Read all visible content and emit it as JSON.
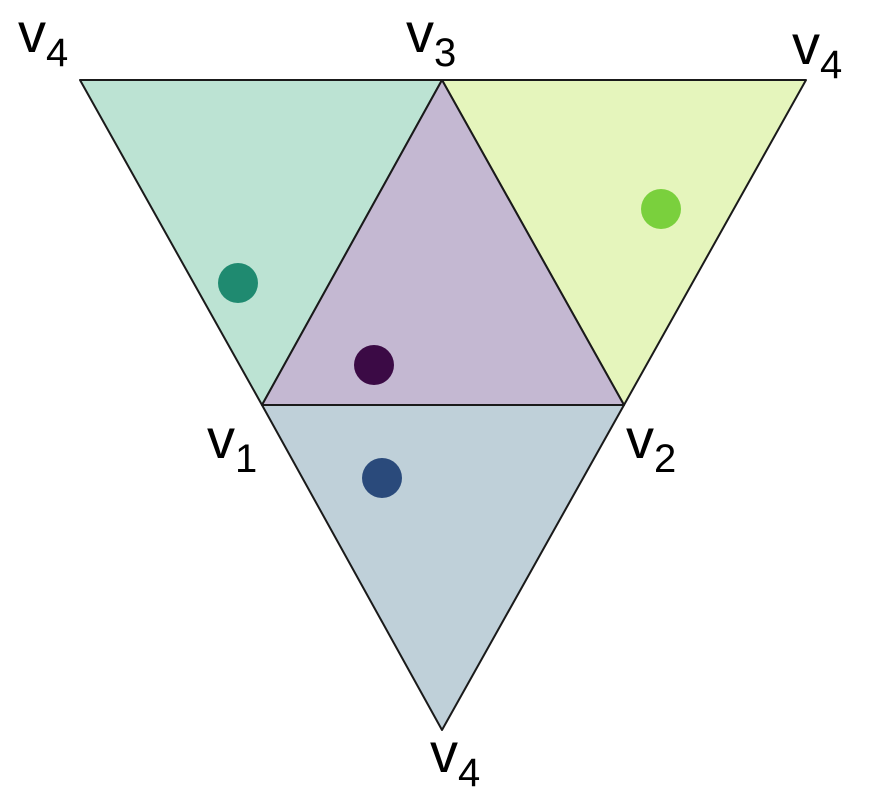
{
  "colors": {
    "face_top_left_fill": "#bce3d3",
    "face_center_fill": "#c4b8d2",
    "face_top_right_fill": "#e5f5bc",
    "face_bottom_fill": "#bfd0d9",
    "outline": "#1a1a1a",
    "dot_top_left": "#1f8a70",
    "dot_center": "#3b0a45",
    "dot_top_right": "#7ad03d",
    "dot_bottom": "#2a4a7b"
  },
  "labels": {
    "top_left": {
      "letter": "v",
      "index": "4"
    },
    "top_center": {
      "letter": "v",
      "index": "3"
    },
    "top_right": {
      "letter": "v",
      "index": "4"
    },
    "mid_left": {
      "letter": "v",
      "index": "1"
    },
    "mid_right": {
      "letter": "v",
      "index": "2"
    },
    "bottom": {
      "letter": "v",
      "index": "4"
    }
  }
}
